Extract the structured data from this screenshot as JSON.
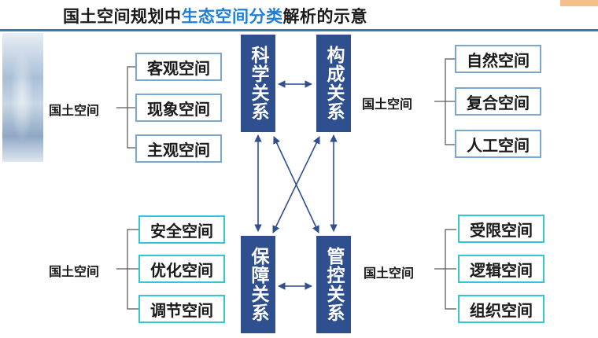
{
  "title": {
    "prefix": "国土空间规划中",
    "highlight": "生态空间分类",
    "suffix": "解析的示意"
  },
  "colors": {
    "title_highlight": "#1e7fd6",
    "center_box": "#2f4f8f",
    "item_border_blue": "#7aa7d0",
    "item_border_teal": "#35c6d6"
  },
  "center_boxes": {
    "science": "科学关系",
    "composition": "构成关系",
    "guarantee": "保障关系",
    "control": "管控关系"
  },
  "groups": {
    "top_left": {
      "label": "国土空间",
      "items": [
        "客观空间",
        "现象空间",
        "主观空间"
      ]
    },
    "top_right": {
      "label": "国土空间",
      "items": [
        "自然空间",
        "复合空间",
        "人工空间"
      ]
    },
    "bottom_left": {
      "label": "国土空间",
      "items": [
        "安全空间",
        "优化空间",
        "调节空间"
      ]
    },
    "bottom_right": {
      "label": "国土空间",
      "items": [
        "受限空间",
        "逻辑空间",
        "组织空间"
      ]
    }
  }
}
